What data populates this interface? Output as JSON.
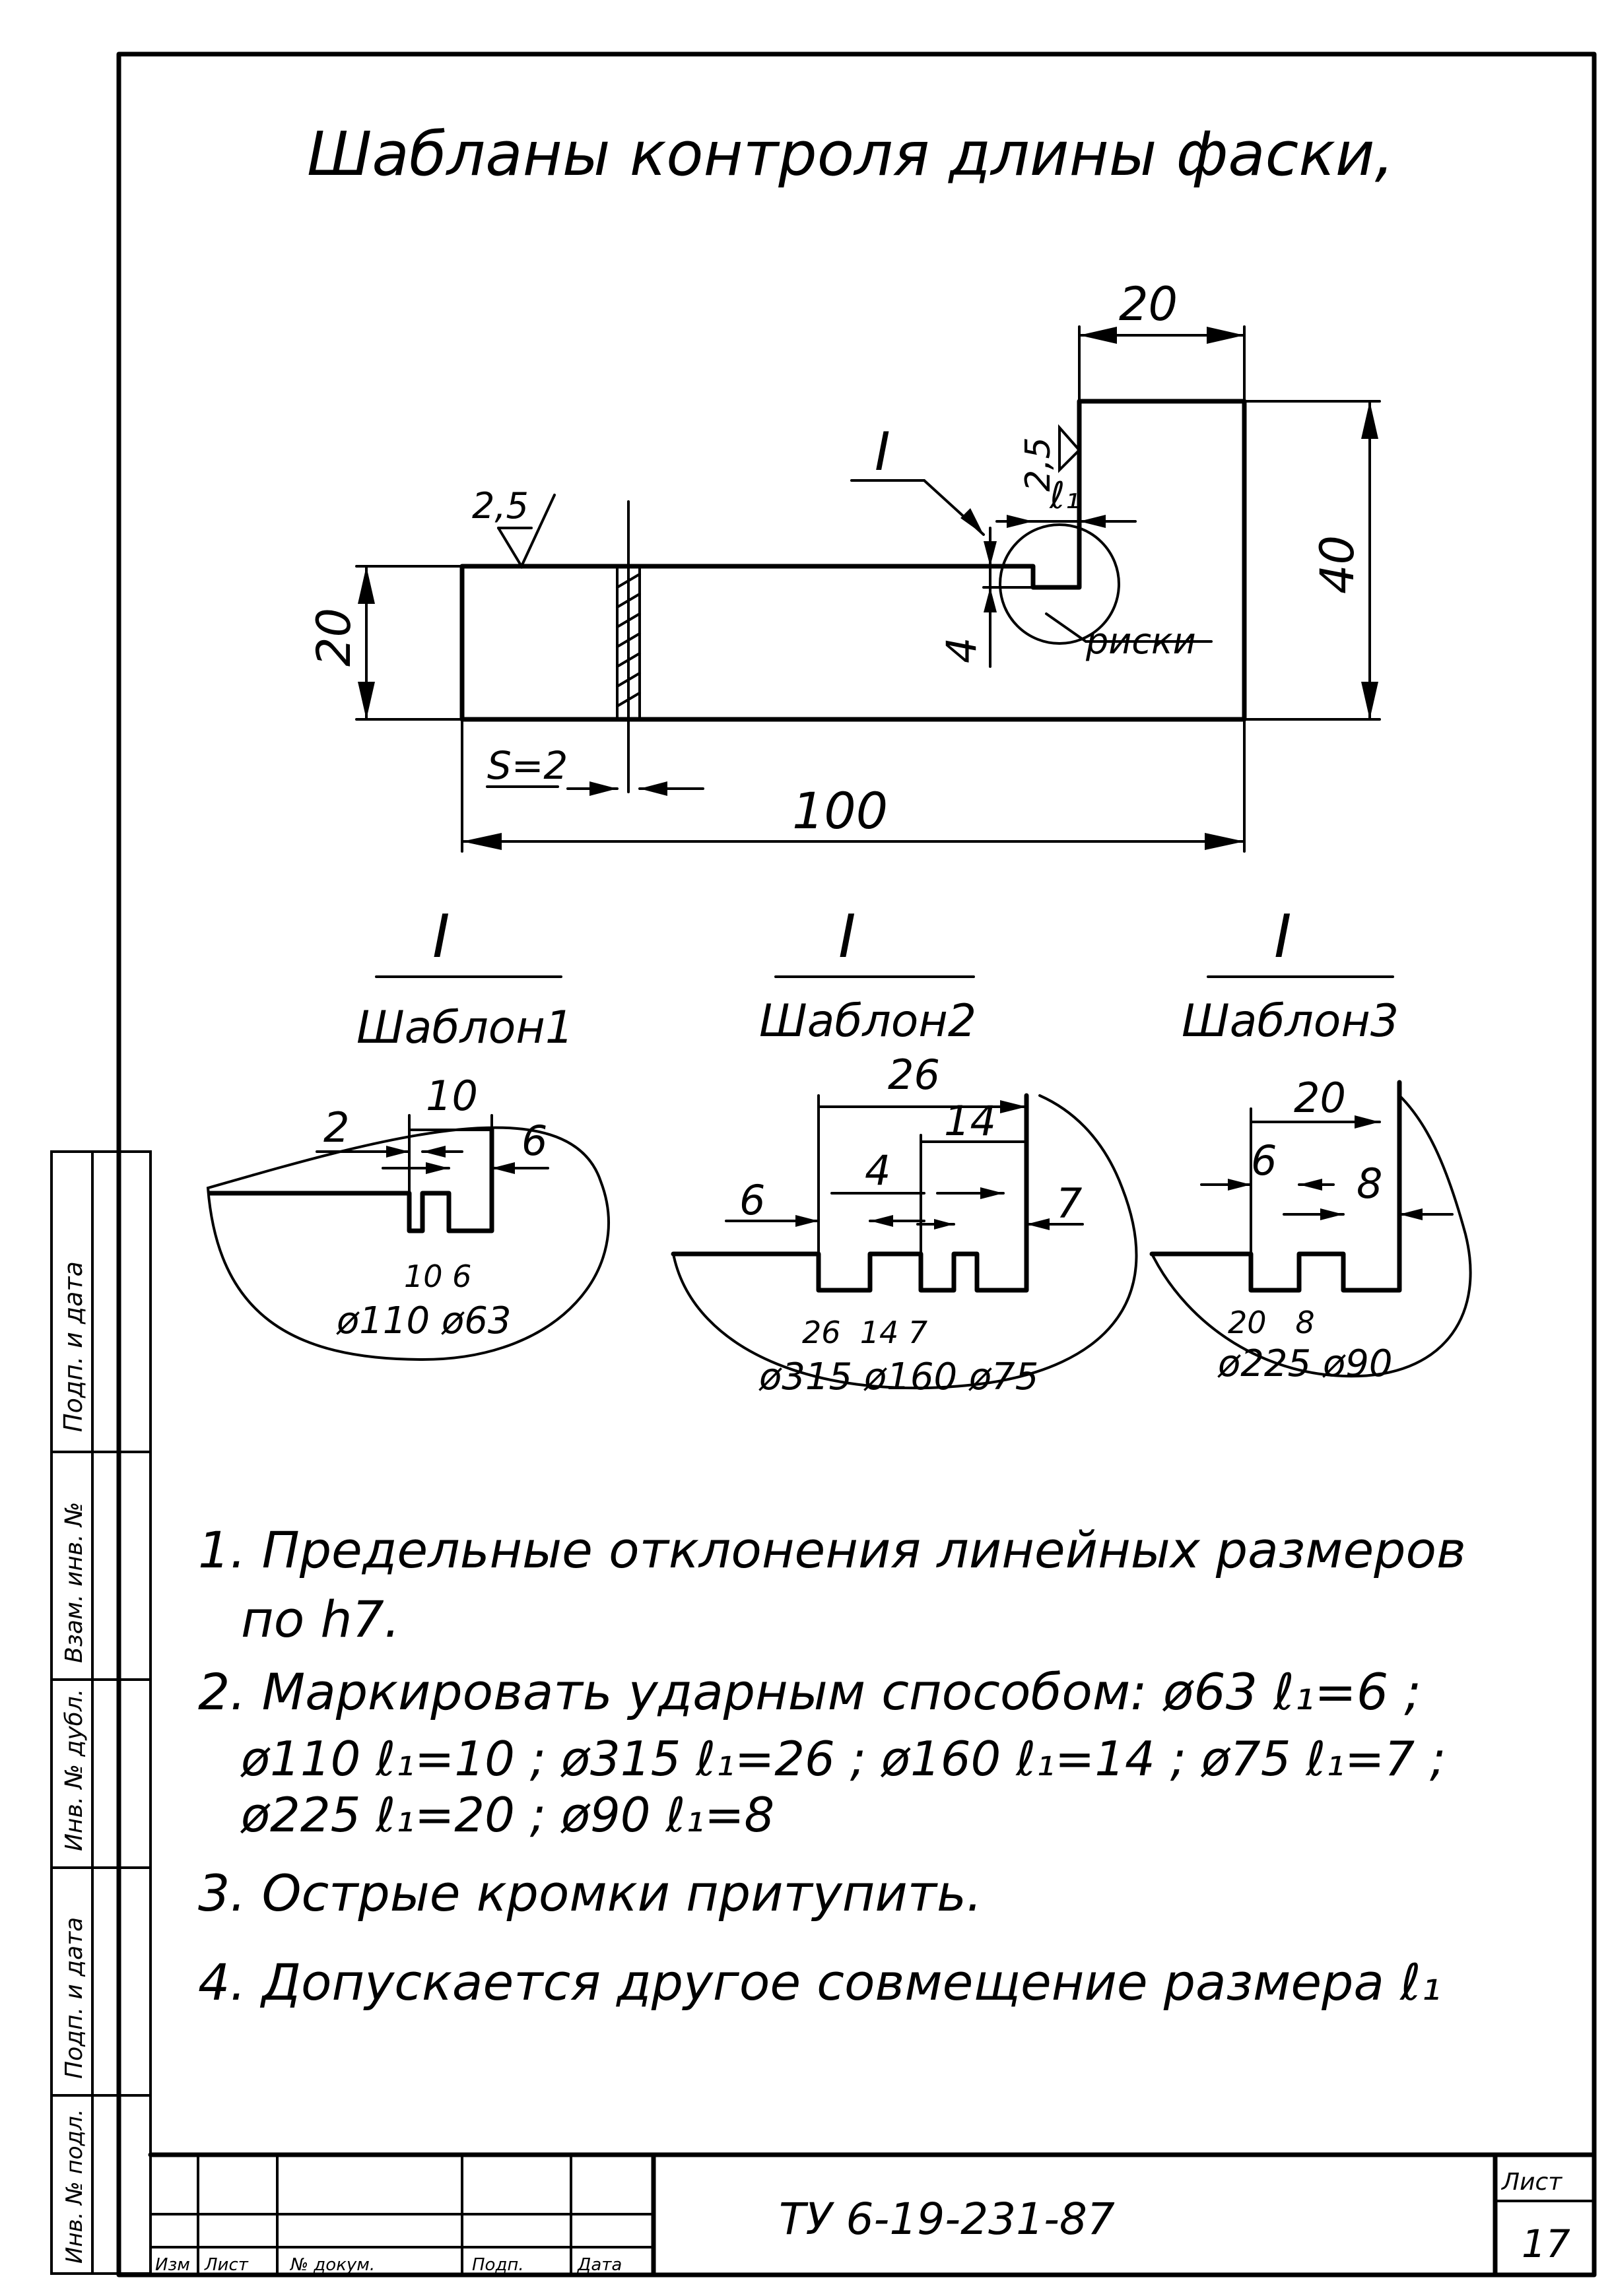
{
  "title": "Шабланы контроля длины фаски,",
  "main_drawing": {
    "dims": {
      "overall_length": "100",
      "height": "20",
      "tall_height": "40",
      "top_width": "20",
      "step": "4",
      "thickness": "S=2"
    },
    "roughness_left": "2,5",
    "roughness_right": "2,5",
    "section_mark": "I",
    "l1_label": "ℓ₁",
    "risks_label": "риски"
  },
  "templates": [
    {
      "mark": "I",
      "name": "Шаблон1",
      "top_dims": [
        "10",
        "2",
        "6"
      ],
      "bottom_nums": "10 6",
      "diameters": "ø110 ø63"
    },
    {
      "mark": "I",
      "name": "Шаблон2",
      "top_dims": [
        "26",
        "14",
        "4",
        "6",
        "7"
      ],
      "bottom_nums": "26  14 7",
      "diameters": "ø315 ø160 ø75"
    },
    {
      "mark": "I",
      "name": "Шаблон3",
      "top_dims": [
        "20",
        "6",
        "8"
      ],
      "bottom_nums": "20   8",
      "diameters": "ø225 ø90"
    }
  ],
  "notes": [
    "1. Предельные отклонения линейных размеров",
    "по h7.",
    "2. Маркировать ударным способом: ø63 ℓ₁=6 ;",
    "ø110 ℓ₁=10 ; ø315 ℓ₁=26 ; ø160 ℓ₁=14 ; ø75 ℓ₁=7 ;",
    "ø225 ℓ₁=20 ; ø90 ℓ₁=8",
    "3. Острые кромки притупить.",
    "4. Допускается другое совмещение размера ℓ₁"
  ],
  "title_block": {
    "doc_number": "ТУ 6-19-231-87",
    "sheet_label": "Лист",
    "sheet_number": "17",
    "row_labels": [
      "Изм",
      "Лист",
      "№ докум.",
      "Подп.",
      "Дата"
    ]
  },
  "side_stamp": [
    "Подп. и дата",
    "Взам. инв. №",
    "Инв. № дубл.",
    "Подп. и дата",
    "Инв. № подл."
  ]
}
